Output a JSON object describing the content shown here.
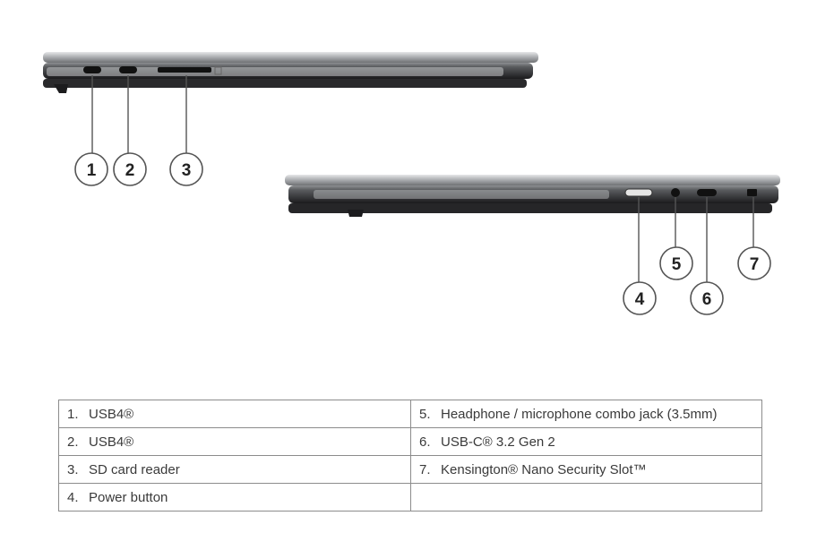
{
  "callouts": [
    "1",
    "2",
    "3",
    "4",
    "5",
    "6",
    "7"
  ],
  "table": {
    "rows": [
      [
        {
          "num": "1.",
          "label": "USB4®"
        },
        {
          "num": "5.",
          "label": "Headphone / microphone combo jack (3.5mm)"
        }
      ],
      [
        {
          "num": "2.",
          "label": "USB4®"
        },
        {
          "num": "6.",
          "label": "USB-C® 3.2 Gen 2"
        }
      ],
      [
        {
          "num": "3.",
          "label": "SD card reader"
        },
        {
          "num": "7.",
          "label": "Kensington® Nano Security Slot™"
        }
      ],
      [
        {
          "num": "4.",
          "label": "Power button"
        },
        {
          "num": "",
          "label": ""
        }
      ]
    ]
  },
  "colors": {
    "laptop_lid": "#b9bbbe",
    "laptop_body": "#2b2b2d",
    "port": "#111111",
    "callout_stroke": "#555555",
    "table_border": "#8c8c8c"
  }
}
